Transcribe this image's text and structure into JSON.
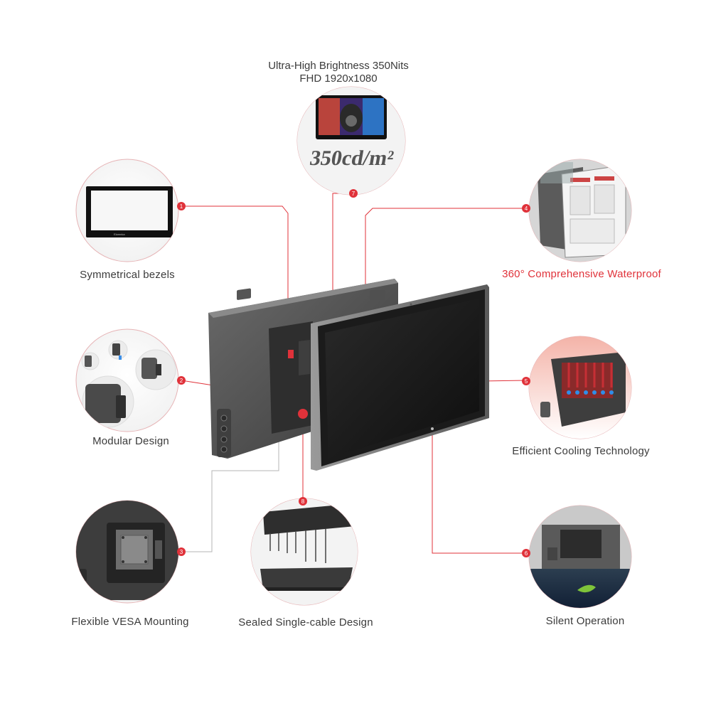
{
  "header": {
    "title_line1": "Ultra-High Brightness 350Nits",
    "title_line2": "FHD 1920x1080"
  },
  "brightness_badge": "350cd/m²",
  "screen_brand": "Elamnka",
  "accent_color": "#e0323a",
  "features": [
    {
      "number": "1",
      "label": "Symmetrical bezels"
    },
    {
      "number": "2",
      "label": "Modular Design"
    },
    {
      "number": "3",
      "label": "Flexible VESA Mounting"
    },
    {
      "number": "4",
      "label": "360° Comprehensive Waterproof"
    },
    {
      "number": "5",
      "label": "Efficient Cooling Technology"
    },
    {
      "number": "6",
      "label": "Silent Operation"
    },
    {
      "number": "7",
      "label": ""
    },
    {
      "number": "8",
      "label": "Sealed Single-cable Design"
    }
  ]
}
